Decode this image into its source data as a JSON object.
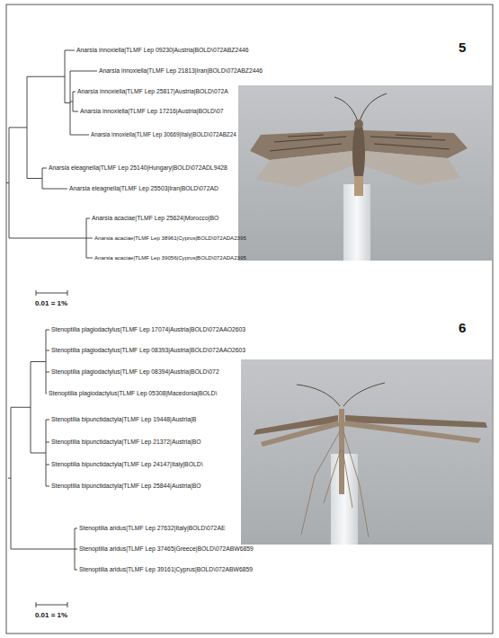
{
  "diagram": {
    "labels": [
      "5",
      "Anarsia innoxiella|TLMF Lep 09230|Austria|BOLD\\072ABZ2446",
      "Anarsia innoxiella|TLMF Lep 21813|Iran|BOLD\\072ABZ2446",
      "Anarsia innoxiella|TLMF Lep 25817|Austria|BOLD\\072A",
      "Anarsia innoxiella|TLMF Lep 17216|Austria|BOLD\\07",
      "Anarsia innoxiella|TLMF Lep 30669|Italy|BOLD\\072ABZ24",
      "Anarsia eleagnella|TLMF Lep 25140|Hungary|BOLD\\072ADL9428",
      "Anarsia eleagnella|TLMF Lep 25503|Iran|BOLD\\072AD",
      "Anarsia acaciae|TLMF Lep 25624|Morocco|BO",
      "Anarsia acaciae|TLMF Lep 38961|Cyprus|BOLD\\072ADA2395",
      "Anarsia acaciae|TLMF Lep 39056|Cyprus|BOLD\\072ADA2395",
      "0.01 = 1%",
      "6",
      "Stenoptilia plagiodactylus|TLMF Lep 17074|Austria|BOLD\\072AAO2603",
      "Stenoptilia plagiodactylus|TLMF Lep 08393|Austria|BOLD\\072AAO2603",
      "Stenoptilia plagiodactylus|TLMF Lep 08394|Austria|BOLD\\072",
      "Stenoptilia plagiodactylus|TLMF Lep 05308|Macedonia|BOLD\\",
      "Stenoptilia bipunctidactyla|TLMF Lep 19448|Austria|B",
      "Stenoptilia bipunctidactyla|TLMF Lep 21372|Austria|BO",
      "Stenoptilia bipunctidactyla|TLMF Lep 24147|Italy|BOLD\\",
      "Stenoptilia bipunctidactyla|TLMF Lep 25844|Austria|BO",
      "Stenoptilia aridus|TLMF Lep 27632|Italy|BOLD\\072AE",
      "Stenoptilia aridus|TLMF Lep 37465|Greece|BOLD\\072ABW6859",
      "Stenoptilia aridus|TLMF Lep 39161|Cyprus|BOLD\\072ABW6859",
      "0.01 = 1%"
    ]
  }
}
